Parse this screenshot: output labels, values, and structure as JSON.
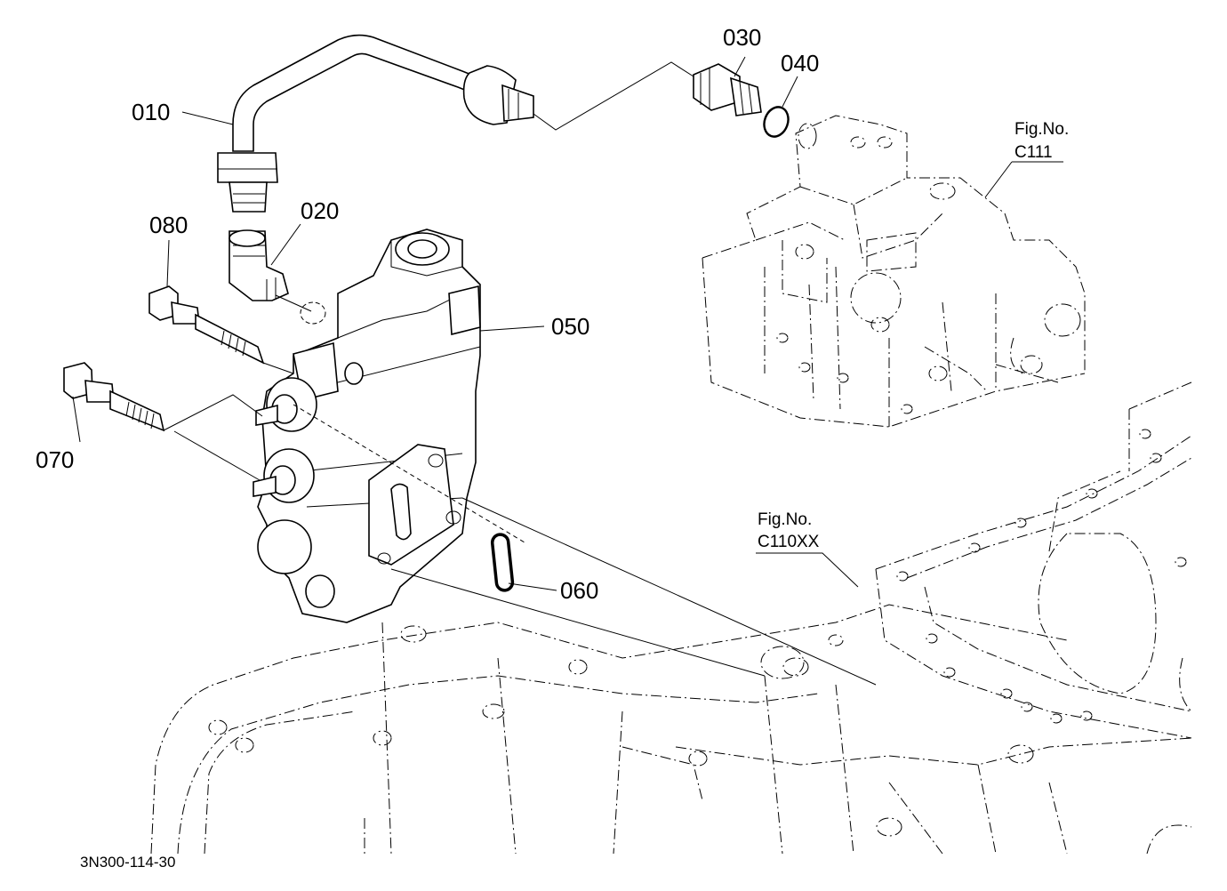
{
  "callouts": {
    "p010": "010",
    "p020": "020",
    "p030": "030",
    "p040": "040",
    "p050": "050",
    "p060": "060",
    "p070": "070",
    "p080": "080"
  },
  "fig_refs": {
    "c111": {
      "line1": "Fig.No.",
      "line2": "C111"
    },
    "c110xx": {
      "line1": "Fig.No.",
      "line2": "C110XX"
    }
  },
  "drawing_number": "3N300-114-30"
}
